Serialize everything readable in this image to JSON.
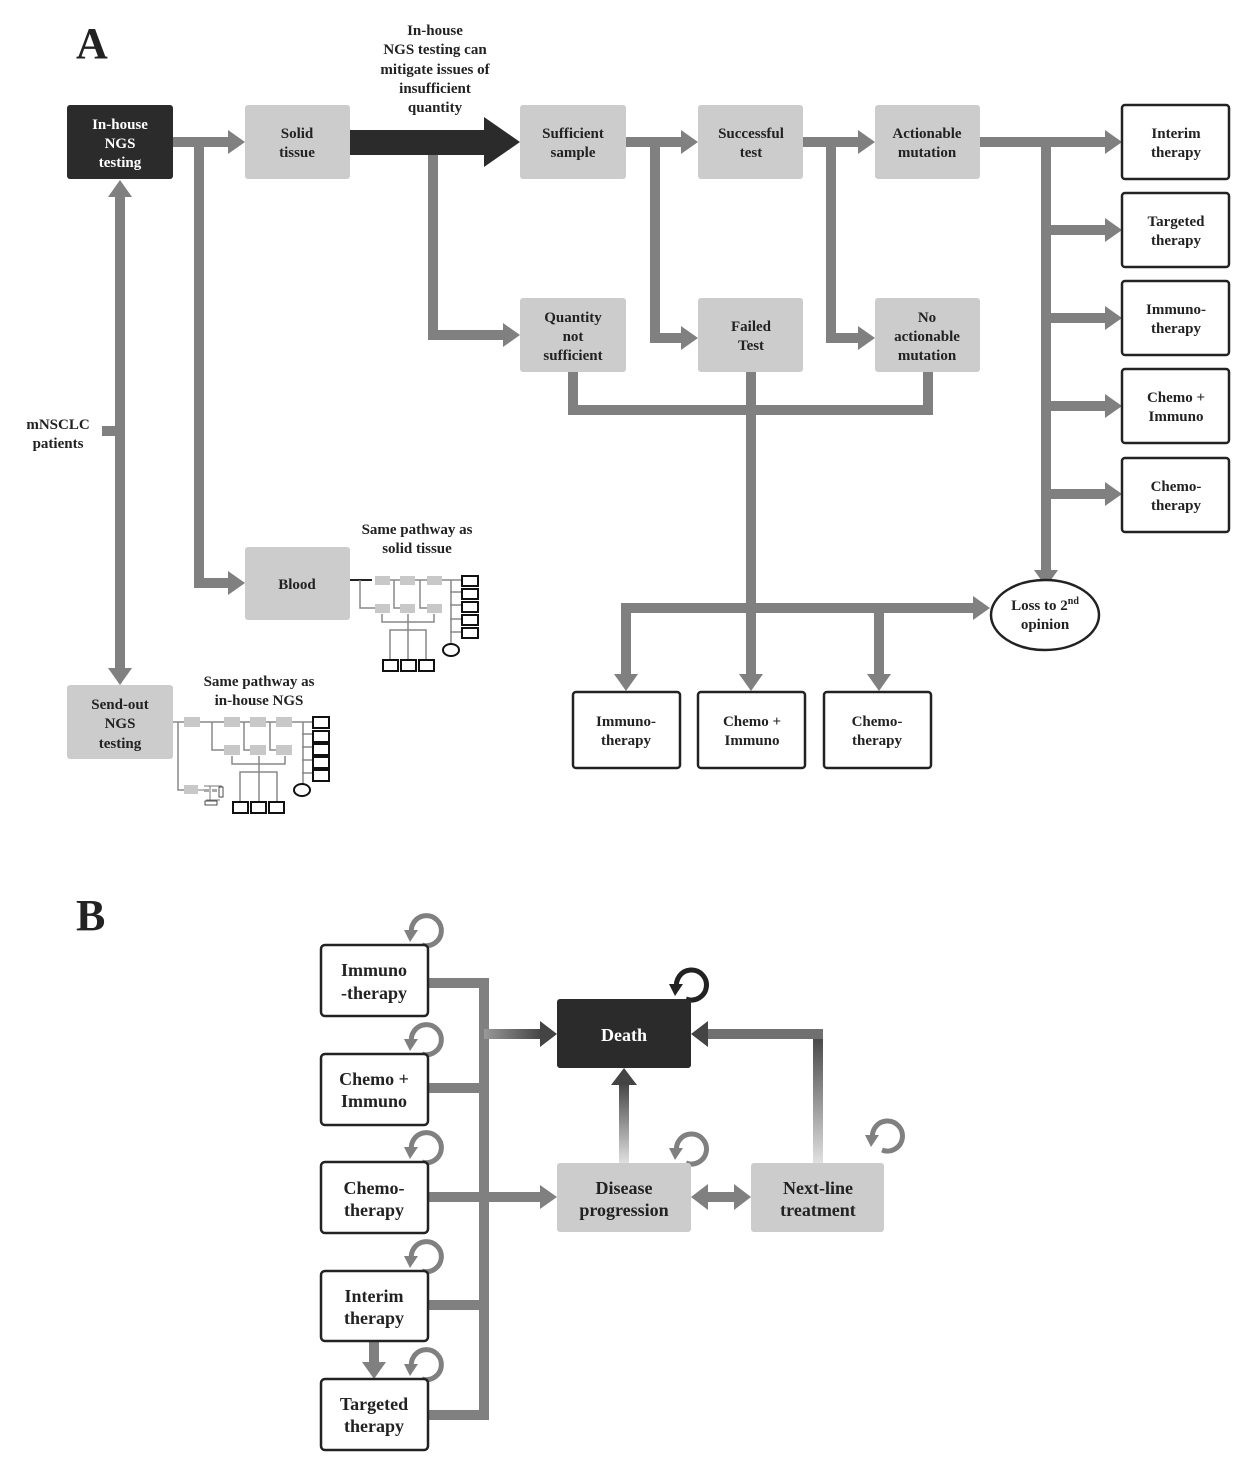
{
  "panel_a": {
    "label": "A",
    "annotation": [
      "In-house",
      "NGS testing can",
      "mitigate issues of",
      "insufficient",
      "quantity"
    ],
    "population": [
      "mNSCLC",
      "patients"
    ],
    "nodes": {
      "inhouse": [
        "In-house",
        "NGS",
        "testing"
      ],
      "solid": [
        "Solid",
        "tissue"
      ],
      "blood": [
        "Blood"
      ],
      "sendout": [
        "Send-out",
        "NGS",
        "testing"
      ],
      "sufficient": [
        "Sufficient",
        "sample"
      ],
      "successful": [
        "Successful",
        "test"
      ],
      "actionable": [
        "Actionable",
        "mutation"
      ],
      "quantity": [
        "Quantity",
        "not",
        "sufficient"
      ],
      "failed": [
        "Failed",
        "Test"
      ],
      "noactionable": [
        "No",
        "actionable",
        "mutation"
      ],
      "interim": [
        "Interim",
        "therapy"
      ],
      "targeted": [
        "Targeted",
        "therapy"
      ],
      "immuno_r": [
        "Immuno-",
        "therapy"
      ],
      "chemoimmuno_r": [
        "Chemo +",
        "Immuno"
      ],
      "chemo_r": [
        "Chemo-",
        "therapy"
      ],
      "loss": [
        "Loss to 2",
        "nd",
        "opinion"
      ],
      "immuno_b": [
        "Immuno-",
        "therapy"
      ],
      "chemoimmuno_b": [
        "Chemo +",
        "Immuno"
      ],
      "chemo_b": [
        "Chemo-",
        "therapy"
      ]
    },
    "note_blood": [
      "Same pathway as",
      "solid tissue"
    ],
    "note_sendout": [
      "Same pathway as",
      "in-house NGS"
    ]
  },
  "panel_b": {
    "label": "B",
    "nodes": {
      "immuno": [
        "Immuno",
        "-therapy"
      ],
      "chemoimmuno": [
        "Chemo +",
        "Immuno"
      ],
      "chemo": [
        "Chemo-",
        "therapy"
      ],
      "interim": [
        "Interim",
        "therapy"
      ],
      "targeted": [
        "Targeted",
        "therapy"
      ],
      "death": [
        "Death"
      ],
      "progression": [
        "Disease",
        "progression"
      ],
      "nextline": [
        "Next-line",
        "treatment"
      ]
    }
  },
  "colors": {
    "dark": "#2b2b2b",
    "light_box": "#cccccc",
    "arrow": "#808080"
  }
}
